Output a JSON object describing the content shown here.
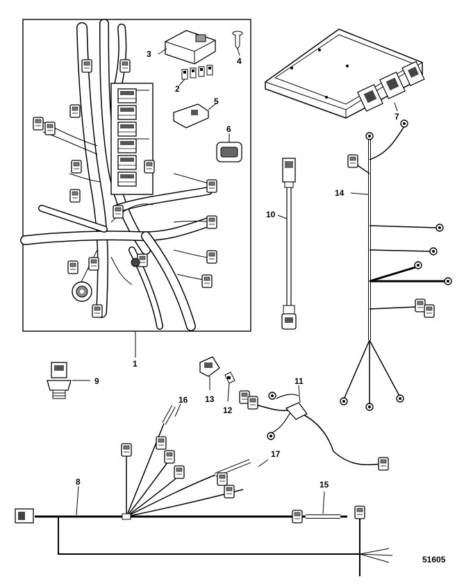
{
  "figure_number": "51605",
  "callouts": [
    {
      "id": "c1",
      "text": "1"
    },
    {
      "id": "c2",
      "text": "2"
    },
    {
      "id": "c3",
      "text": "3"
    },
    {
      "id": "c4",
      "text": "4"
    },
    {
      "id": "c5",
      "text": "5"
    },
    {
      "id": "c6",
      "text": "6"
    },
    {
      "id": "c7",
      "text": "7"
    },
    {
      "id": "c8",
      "text": "8"
    },
    {
      "id": "c9",
      "text": "9"
    },
    {
      "id": "c10",
      "text": "10"
    },
    {
      "id": "c11",
      "text": "11"
    },
    {
      "id": "c12",
      "text": "12"
    },
    {
      "id": "c13",
      "text": "13"
    },
    {
      "id": "c14",
      "text": "14"
    },
    {
      "id": "c15",
      "text": "15"
    },
    {
      "id": "c16",
      "text": "16"
    },
    {
      "id": "c17",
      "text": "17"
    }
  ]
}
